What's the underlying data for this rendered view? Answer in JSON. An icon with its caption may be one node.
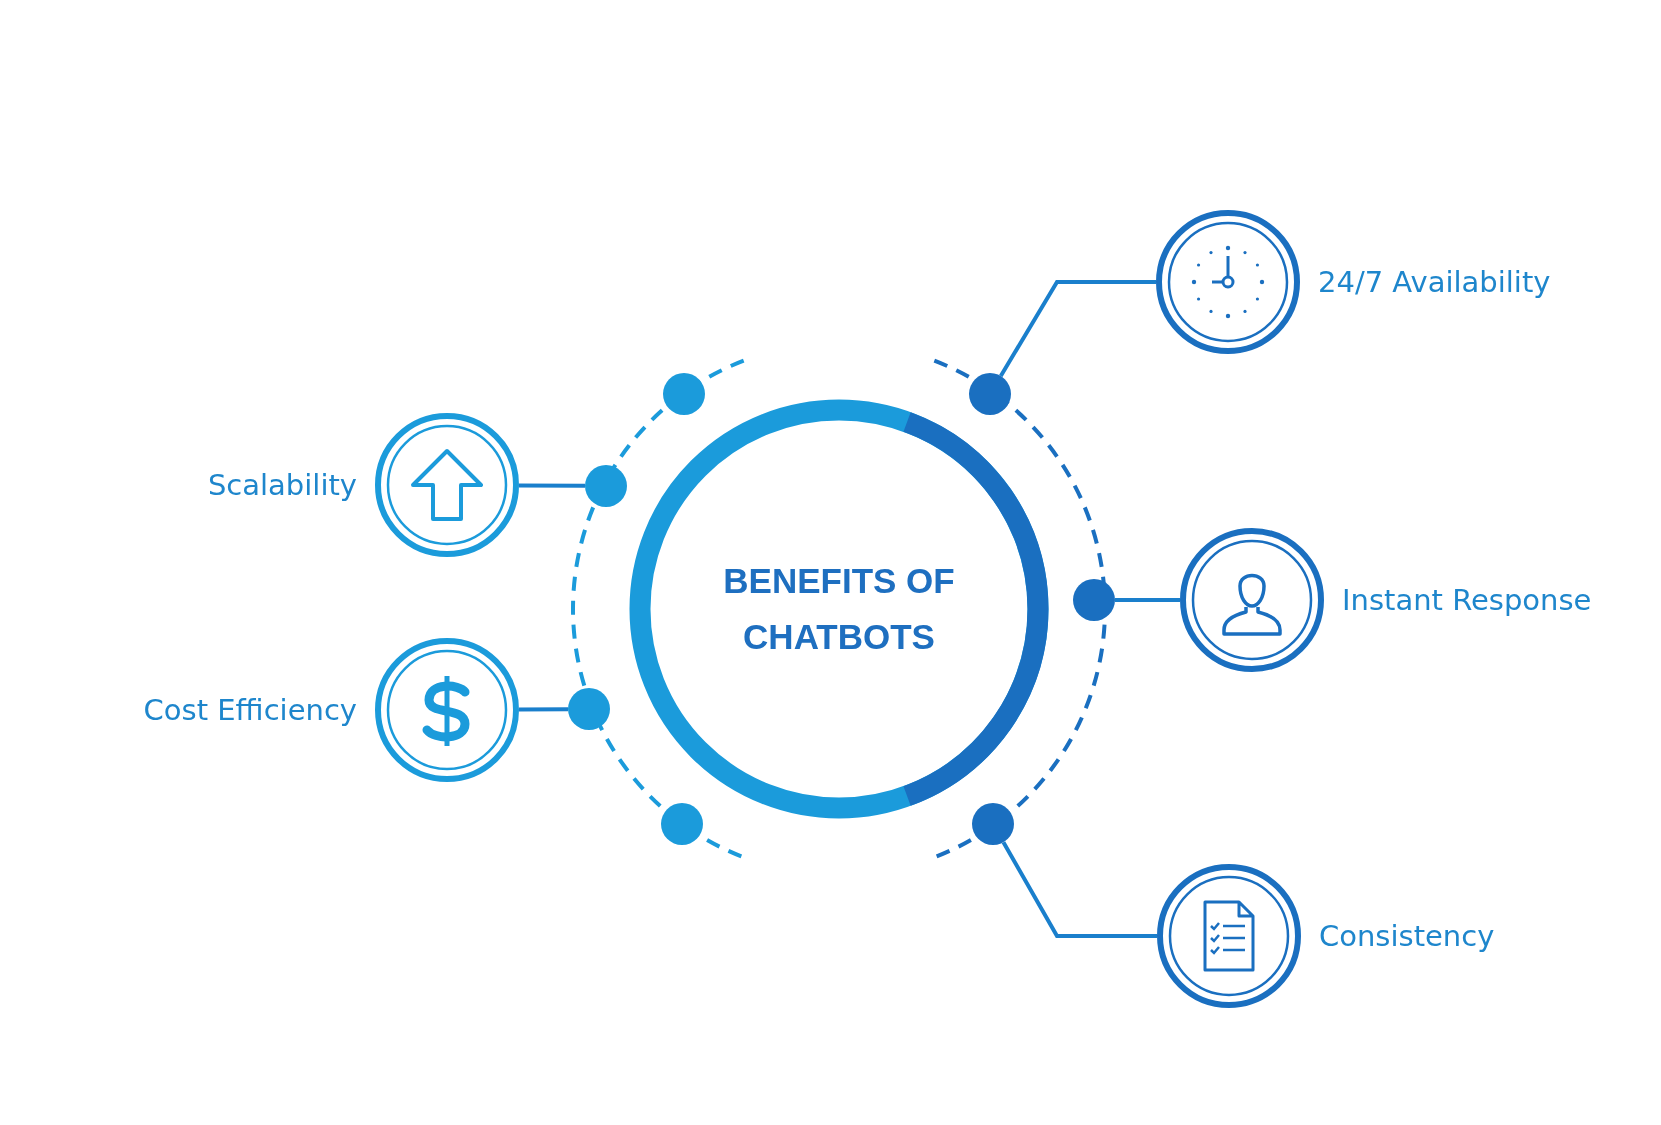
{
  "diagram": {
    "nodes": [
      {
        "text": [
          "BENEFITS OF CHATBOTS"
        ]
      },
      {
        "text": [],
        "shape": "circle"
      },
      {
        "text": [
          "24/7 Availability"
        ]
      },
      {
        "text": [],
        "shape": "circle"
      },
      {
        "text": [
          "Scalability"
        ]
      },
      {
        "text": [],
        "shape": "circle"
      },
      {
        "text": [
          "Instant Response"
        ]
      },
      {
        "text": [],
        "shape": "circle"
      },
      {
        "text": [
          "Cost Efficiency"
        ]
      },
      {
        "text": [],
        "shape": "circle"
      },
      {
        "text": [
          "Consistency"
        ]
      }
    ],
    "edges": [
      {
        "from": 1,
        "to": 2,
        "arrow": "none"
      },
      {
        "from": 3,
        "to": 4,
        "arrow": "none"
      },
      {
        "from": 5,
        "to": 6,
        "arrow": "none"
      },
      {
        "from": 7,
        "to": 8,
        "arrow": "none"
      },
      {
        "from": 9,
        "to": 10,
        "arrow": "none"
      }
    ]
  }
}
